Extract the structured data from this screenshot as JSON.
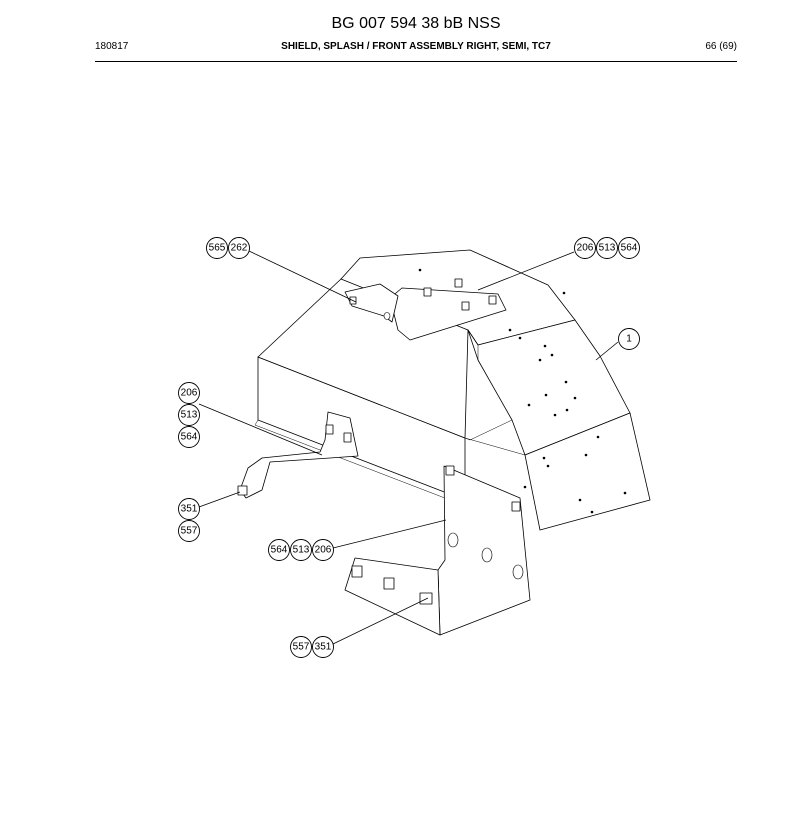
{
  "document": {
    "number": "BG 007 594 38 bB NSS",
    "date": "180817",
    "title": "SHIELD, SPLASH / FRONT ASSEMBLY RIGHT, SEMI, TC7",
    "page": "66 (69)"
  },
  "callouts": {
    "top_left": [
      "565",
      "262"
    ],
    "top_right": [
      "206",
      "513",
      "564"
    ],
    "main_part": "1",
    "left_bracket": [
      "206",
      "513",
      "564"
    ],
    "left_stud": [
      "351",
      "557"
    ],
    "lower_bracket": [
      "564",
      "513",
      "206"
    ],
    "bottom_stud": [
      "557",
      "351"
    ]
  }
}
